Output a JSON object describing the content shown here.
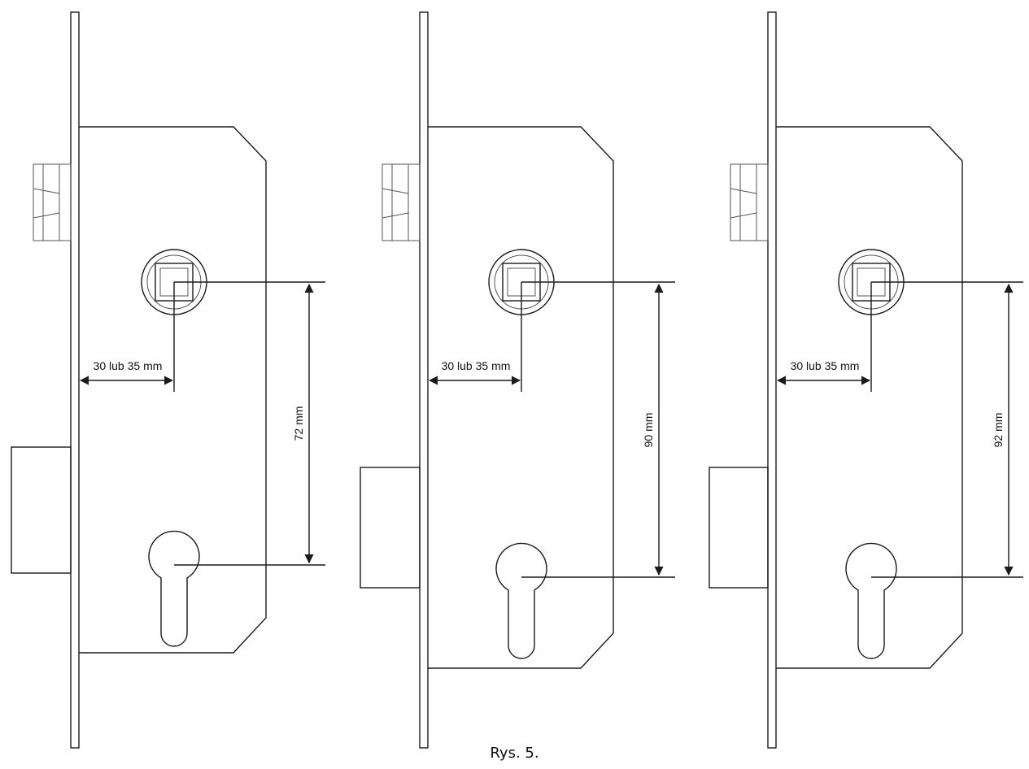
{
  "figure": {
    "caption": "Rys. 5.",
    "colors": {
      "line": "#1a1a1a",
      "faint": "#555555",
      "background": "#ffffff"
    },
    "locks": [
      {
        "backset_label": "30 lub 35 mm",
        "spacing_label": "72 mm",
        "spacing_mm": 72
      },
      {
        "backset_label": "30 lub 35 mm",
        "spacing_label": "90 mm",
        "spacing_mm": 90
      },
      {
        "backset_label": "30 lub 35 mm",
        "spacing_label": "92 mm",
        "spacing_mm": 92
      }
    ]
  }
}
